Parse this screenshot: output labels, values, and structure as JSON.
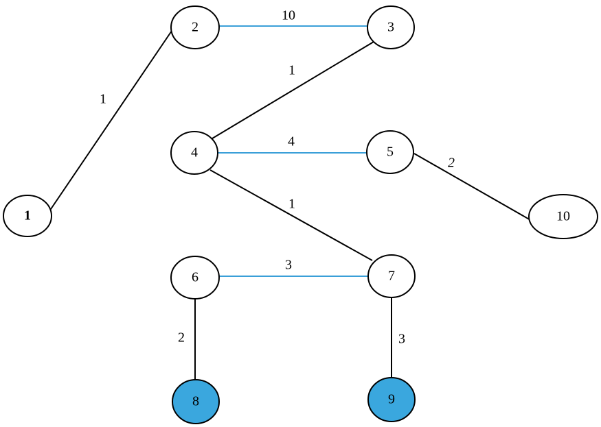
{
  "graph": {
    "nodes": [
      {
        "id": "1",
        "label": "1",
        "fill": "#ffffff",
        "bold": true
      },
      {
        "id": "2",
        "label": "2",
        "fill": "#ffffff"
      },
      {
        "id": "3",
        "label": "3",
        "fill": "#ffffff"
      },
      {
        "id": "4",
        "label": "4",
        "fill": "#ffffff"
      },
      {
        "id": "5",
        "label": "5",
        "fill": "#ffffff"
      },
      {
        "id": "6",
        "label": "6",
        "fill": "#ffffff"
      },
      {
        "id": "7",
        "label": "7",
        "fill": "#ffffff"
      },
      {
        "id": "8",
        "label": "8",
        "fill": "#3aa7de"
      },
      {
        "id": "9",
        "label": "9",
        "fill": "#3aa7de"
      },
      {
        "id": "10",
        "label": "10",
        "fill": "#ffffff"
      }
    ],
    "edges": [
      {
        "id": "1-2",
        "from": "1",
        "to": "2",
        "weight": "1",
        "color": "#000000"
      },
      {
        "id": "2-3",
        "from": "2",
        "to": "3",
        "weight": "10",
        "color": "#3a9fd8"
      },
      {
        "id": "3-4",
        "from": "3",
        "to": "4",
        "weight": "1",
        "color": "#000000"
      },
      {
        "id": "4-5",
        "from": "4",
        "to": "5",
        "weight": "4",
        "color": "#3a9fd8"
      },
      {
        "id": "5-10",
        "from": "5",
        "to": "10",
        "weight": "2",
        "color": "#000000",
        "italic": true
      },
      {
        "id": "4-7",
        "from": "4",
        "to": "7",
        "weight": "1",
        "color": "#000000"
      },
      {
        "id": "6-7",
        "from": "6",
        "to": "7",
        "weight": "3",
        "color": "#3a9fd8"
      },
      {
        "id": "6-8",
        "from": "6",
        "to": "8",
        "weight": "2",
        "color": "#000000"
      },
      {
        "id": "7-9",
        "from": "7",
        "to": "9",
        "weight": "3",
        "color": "#000000"
      }
    ]
  }
}
